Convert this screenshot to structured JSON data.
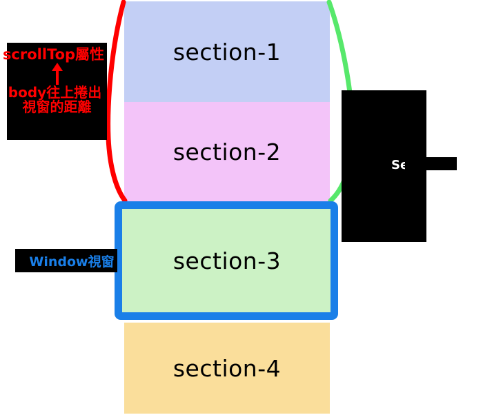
{
  "diagram": {
    "title": "scrollTop / Window viewport scrolling diagram",
    "background": "#ffffff",
    "sections": [
      {
        "id": "section-1",
        "label": "section-1",
        "color": "#c3cff5"
      },
      {
        "id": "section-2",
        "label": "section-2",
        "color": "#f3c4f9"
      },
      {
        "id": "section-3",
        "label": "section-3",
        "color": "#ccf2c5"
      },
      {
        "id": "section-4",
        "label": "section-4",
        "color": "#fade9b"
      }
    ],
    "viewport_frame": {
      "name": "window-viewport-highlight",
      "border_color": "#1a7fe8",
      "target_section": "section-3"
    },
    "braces": [
      {
        "name": "left-brace",
        "color": "#ff0000",
        "side": "left"
      },
      {
        "name": "right-brace",
        "color": "#57e86b",
        "side": "right"
      }
    ],
    "callouts": {
      "scrolltop": {
        "title": "scrollTop屬性",
        "arrow": "↑",
        "description_line_1": "body往上捲出",
        "description_line_2": "視窗的距離",
        "text_color": "#ff0000",
        "background": "#000000"
      },
      "window": {
        "label": "Window視窗",
        "text_color": "#1a7fe8",
        "background": "#000000"
      },
      "body": {
        "label": "Se",
        "text_color": "#ffffff",
        "background": "#000000",
        "redacted": true
      }
    }
  }
}
